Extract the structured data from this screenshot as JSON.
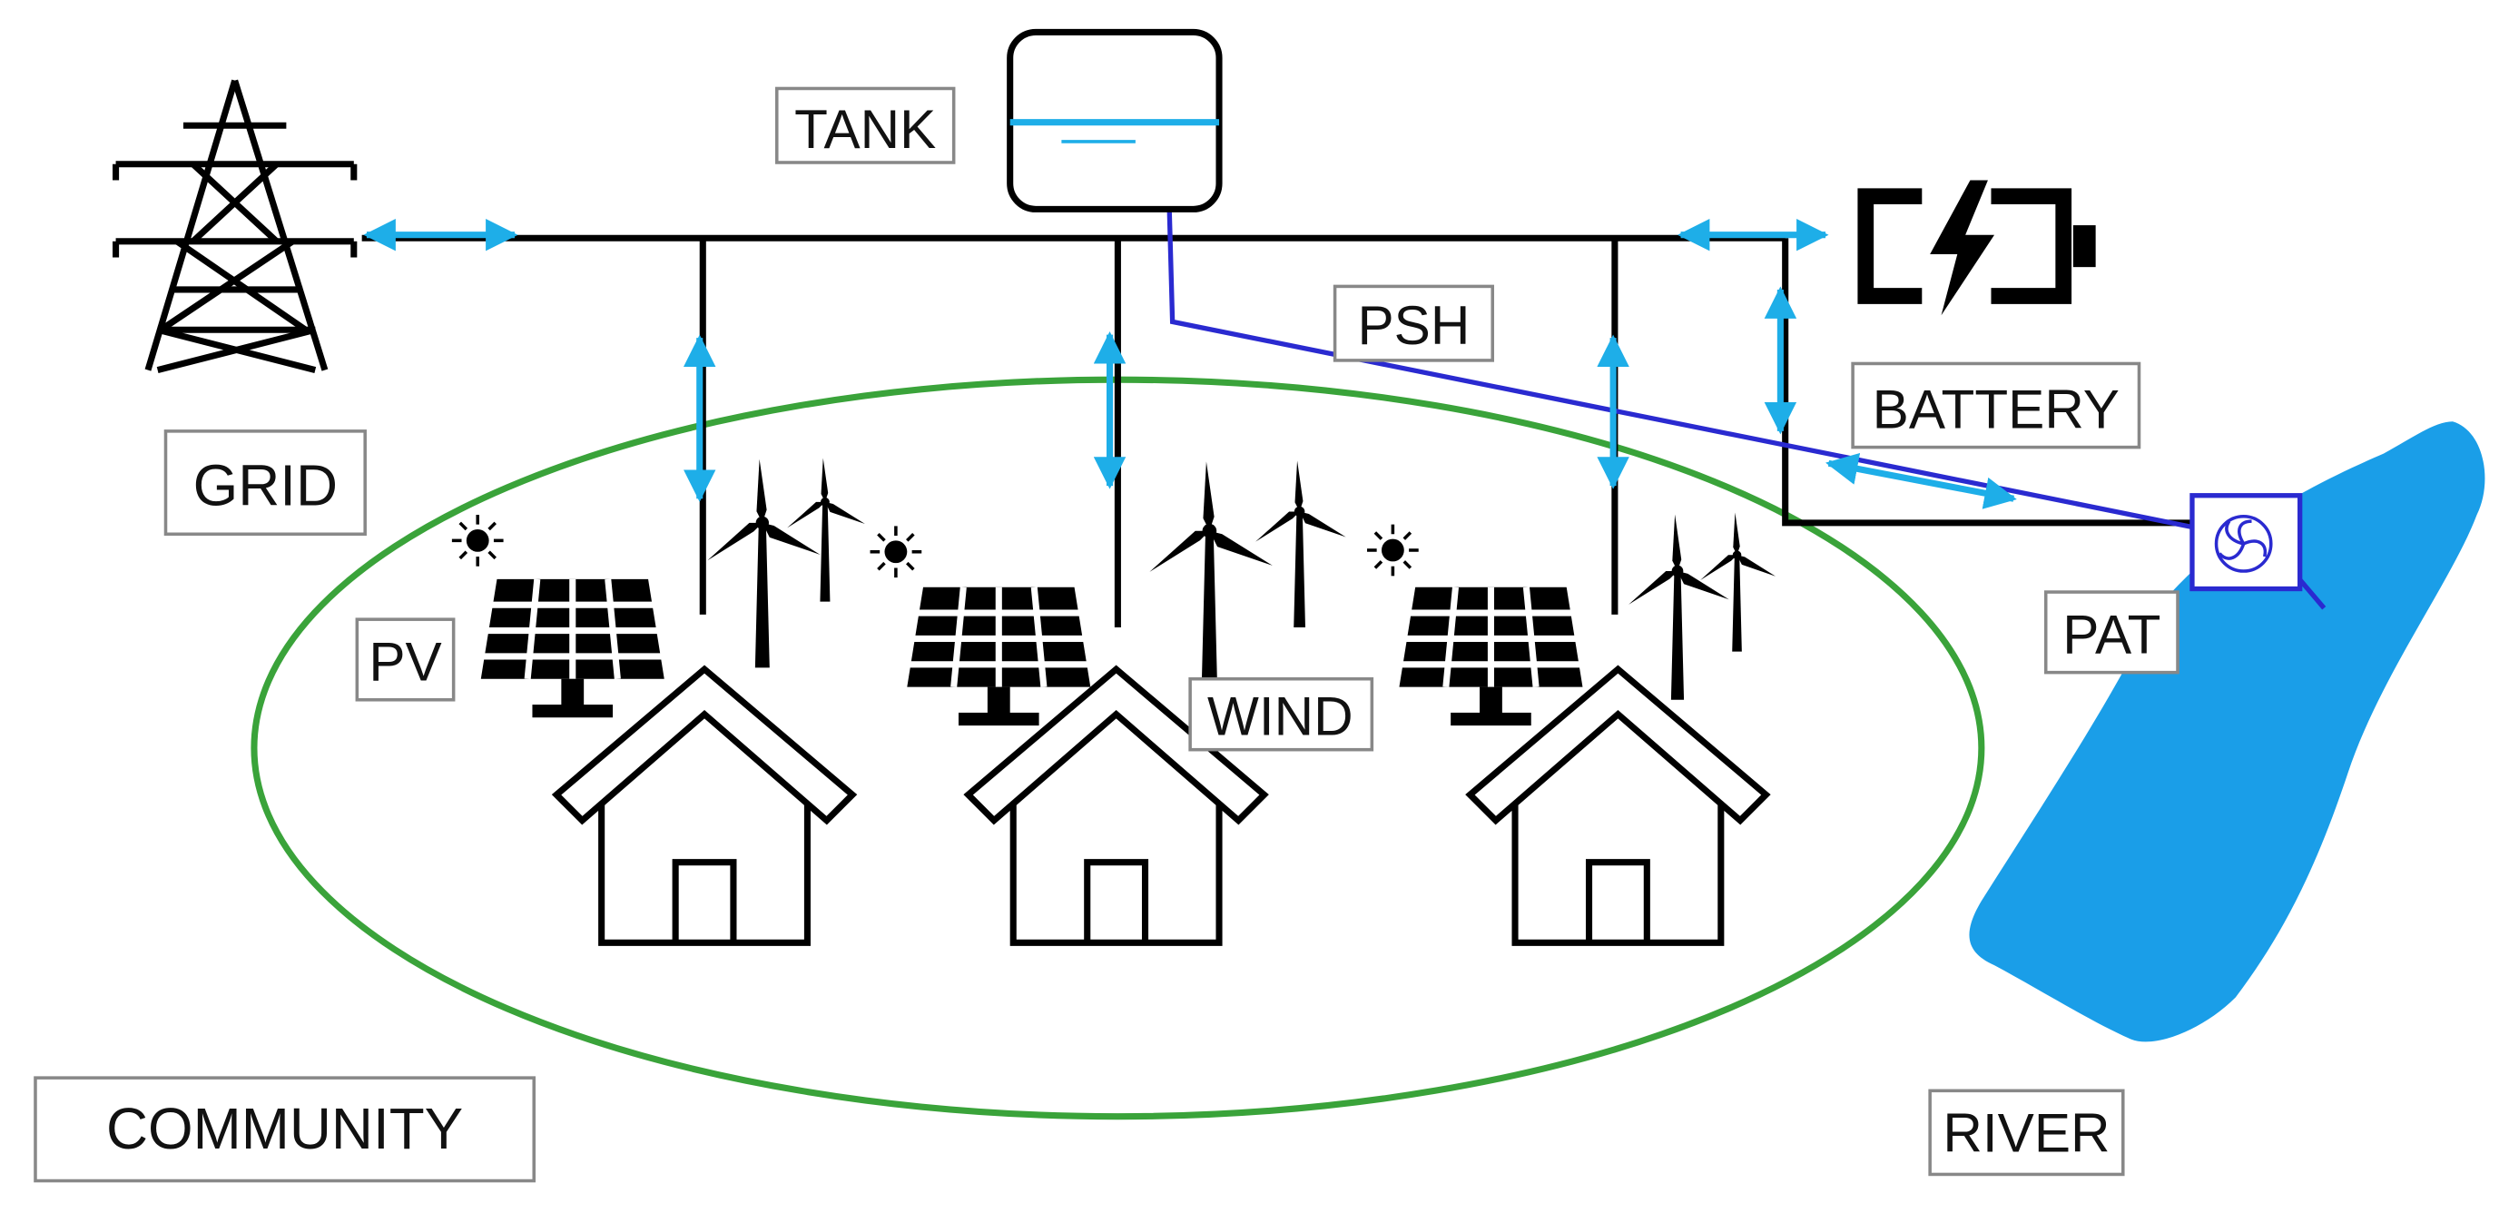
{
  "labels": {
    "tank": "TANK",
    "grid": "GRID",
    "psh": "PSH",
    "battery": "BATTERY",
    "pv": "PV",
    "wind": "WIND",
    "pat": "PAT",
    "community": "COMMUNITY",
    "river": "RIVER"
  },
  "colors": {
    "line": "#000000",
    "arrow": "#1eaee8",
    "pipe": "#2a2ad0",
    "community_border": "#3aa33a",
    "river": "#1a9ee8",
    "label_border": "#888888"
  },
  "icons": {
    "grid": "transmission-tower-icon",
    "tank": "water-tank-icon",
    "battery": "battery-charging-icon",
    "pat": "pump-as-turbine-icon",
    "pv": "solar-panel-icon",
    "wind": "wind-turbine-icon",
    "sun": "sun-icon",
    "house": "house-icon",
    "river": "river-shape"
  }
}
